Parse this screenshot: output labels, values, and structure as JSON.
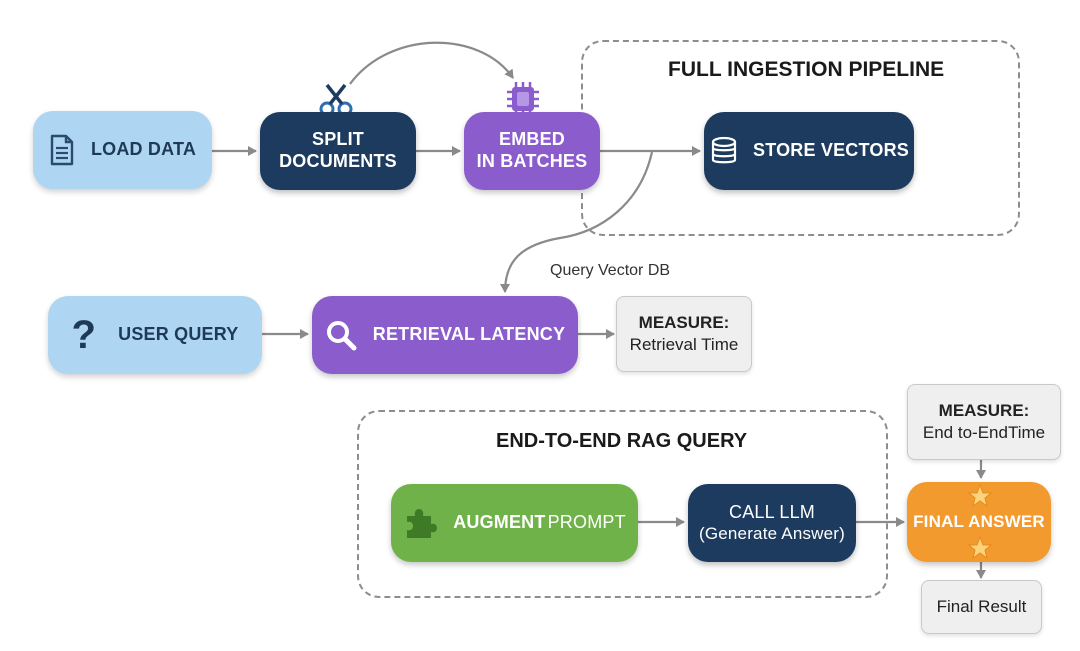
{
  "regions": {
    "ingestion": {
      "title": "FULL INGESTION PIPELINE"
    },
    "rag": {
      "title": "END-TO-END RAG QUERY"
    }
  },
  "nodes": {
    "load_data": {
      "label": "LOAD DATA",
      "icon": "document-icon"
    },
    "split_documents": {
      "line1": "SPLIT",
      "line2": "DOCUMENTS",
      "icon": "scissors-icon"
    },
    "embed_batches": {
      "line1": "EMBED",
      "line2": "IN BATCHES",
      "icon": "chip-icon"
    },
    "store_vectors": {
      "label": "STORE VECTORS",
      "icon": "database-icon"
    },
    "user_query": {
      "label": "USER QUERY",
      "icon": "question-icon"
    },
    "retrieval_latency": {
      "label": "RETRIEVAL LATENCY",
      "icon": "magnifier-icon"
    },
    "augment_prompt": {
      "bold": "AUGMENT",
      "rest": "PROMPT",
      "icon": "puzzle-icon"
    },
    "call_llm": {
      "line1": "CALL LLM",
      "line2": "(Generate Answer)"
    },
    "final_answer": {
      "label": "FINAL ANSWER",
      "icon": "star-icon"
    }
  },
  "notes": {
    "measure_retrieval": {
      "title": "MEASURE:",
      "text": "Retrieval Time"
    },
    "measure_e2e": {
      "title": "MEASURE:",
      "text": "End to-EndTime"
    },
    "final_result": {
      "text": "Final Result"
    }
  },
  "edge_labels": {
    "query_vector_db": "Query Vector DB"
  },
  "colors": {
    "light_blue": "#aed6f3",
    "navy": "#1c3b5e",
    "purple": "#8a5ccc",
    "green": "#70b24a",
    "orange": "#f29a2e",
    "arrow": "#8a8a8a"
  }
}
